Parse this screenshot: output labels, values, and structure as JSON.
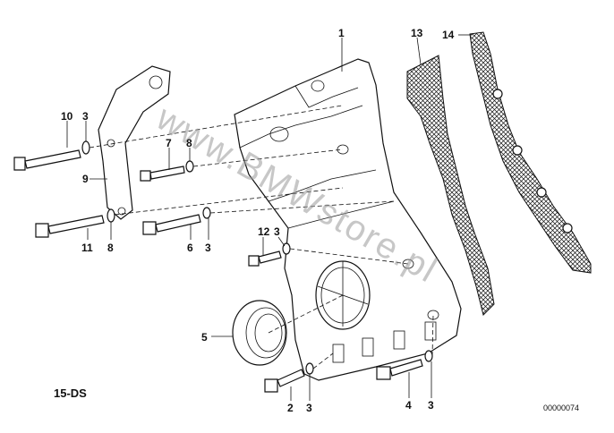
{
  "diagram": {
    "code": "15-DS",
    "document_number": "00000074",
    "watermark": "www.BMWstore.pl",
    "callouts": {
      "c1": "1",
      "c2": "2",
      "c3a": "3",
      "c3b": "3",
      "c3c": "3",
      "c3d": "3",
      "c3e": "3",
      "c4": "4",
      "c5": "5",
      "c6": "6",
      "c7": "7",
      "c8a": "8",
      "c8b": "8",
      "c9": "9",
      "c10": "10",
      "c11": "11",
      "c12": "12",
      "c13": "13",
      "c14": "14"
    }
  }
}
